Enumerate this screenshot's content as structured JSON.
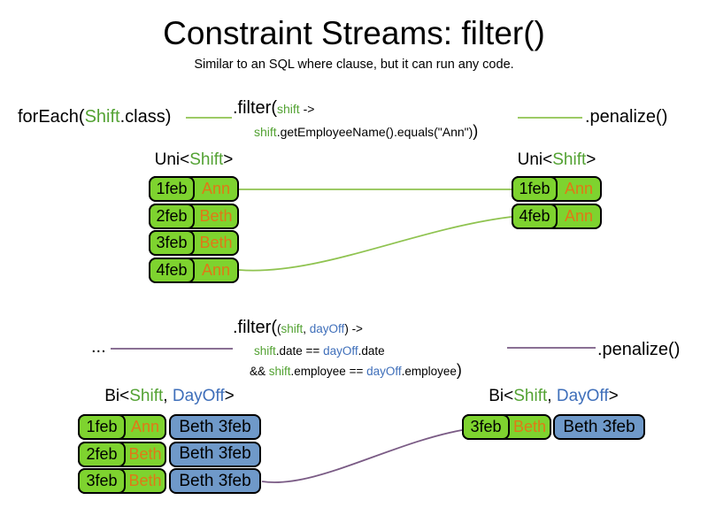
{
  "title": "Constraint Streams: filter()",
  "subtitle": "Similar to an SQL where clause, but it can run any code.",
  "colors": {
    "green_fill": "#7ed32f",
    "blue_fill": "#6f99c9",
    "green_text": "#53a233",
    "blue_text": "#3f6fba",
    "orange_text": "#e07817",
    "connector_green": "#8fc350",
    "connector_purple": "#7a5b85"
  },
  "top_flow": {
    "source": {
      "pre": "forEach(",
      "cls": "Shift",
      "post": ".class)"
    },
    "filter": {
      "open": ".filter(",
      "arg": "shift",
      "arrow": " ->",
      "body_arg": "shift",
      "body_rest": ".getEmployeeName().equals(\"Ann\")",
      "close": ")"
    },
    "sink": ".penalize()",
    "type_label": {
      "pre": "Uni<",
      "shift": "Shift",
      "post": ">"
    },
    "left_table": {
      "rows": [
        {
          "date": "1feb",
          "name": "Ann"
        },
        {
          "date": "2feb",
          "name": "Beth"
        },
        {
          "date": "3feb",
          "name": "Beth"
        },
        {
          "date": "4feb",
          "name": "Ann"
        }
      ]
    },
    "right_table": {
      "rows": [
        {
          "date": "1feb",
          "name": "Ann"
        },
        {
          "date": "4feb",
          "name": "Ann"
        }
      ]
    }
  },
  "bottom_flow": {
    "source": "...",
    "filter": {
      "open": ".filter(",
      "paren": "(",
      "arg1": "shift",
      "comma": ", ",
      "arg2": "dayOff",
      "paren_close": ")",
      "arrow": " ->",
      "l2_arg1": "shift",
      "l2_mid": ".date == ",
      "l2_arg2": "dayOff",
      "l2_end": ".date",
      "l3_and": "&& ",
      "l3_arg1": "shift",
      "l3_mid": ".employee == ",
      "l3_arg2": "dayOff",
      "l3_end": ".employee",
      "close": ")"
    },
    "sink": ".penalize()",
    "type_label": {
      "pre": "Bi<",
      "shift": "Shift",
      "comma": ", ",
      "dayoff": "DayOff",
      "post": ">"
    },
    "left_table": {
      "rows": [
        {
          "date": "1feb",
          "name": "Ann",
          "dayoff": "Beth 3feb"
        },
        {
          "date": "2feb",
          "name": "Beth",
          "dayoff": "Beth 3feb"
        },
        {
          "date": "3feb",
          "name": "Beth",
          "dayoff": "Beth 3feb"
        }
      ]
    },
    "right_table": {
      "rows": [
        {
          "date": "3feb",
          "name": "Beth",
          "dayoff": "Beth 3feb"
        }
      ]
    }
  }
}
